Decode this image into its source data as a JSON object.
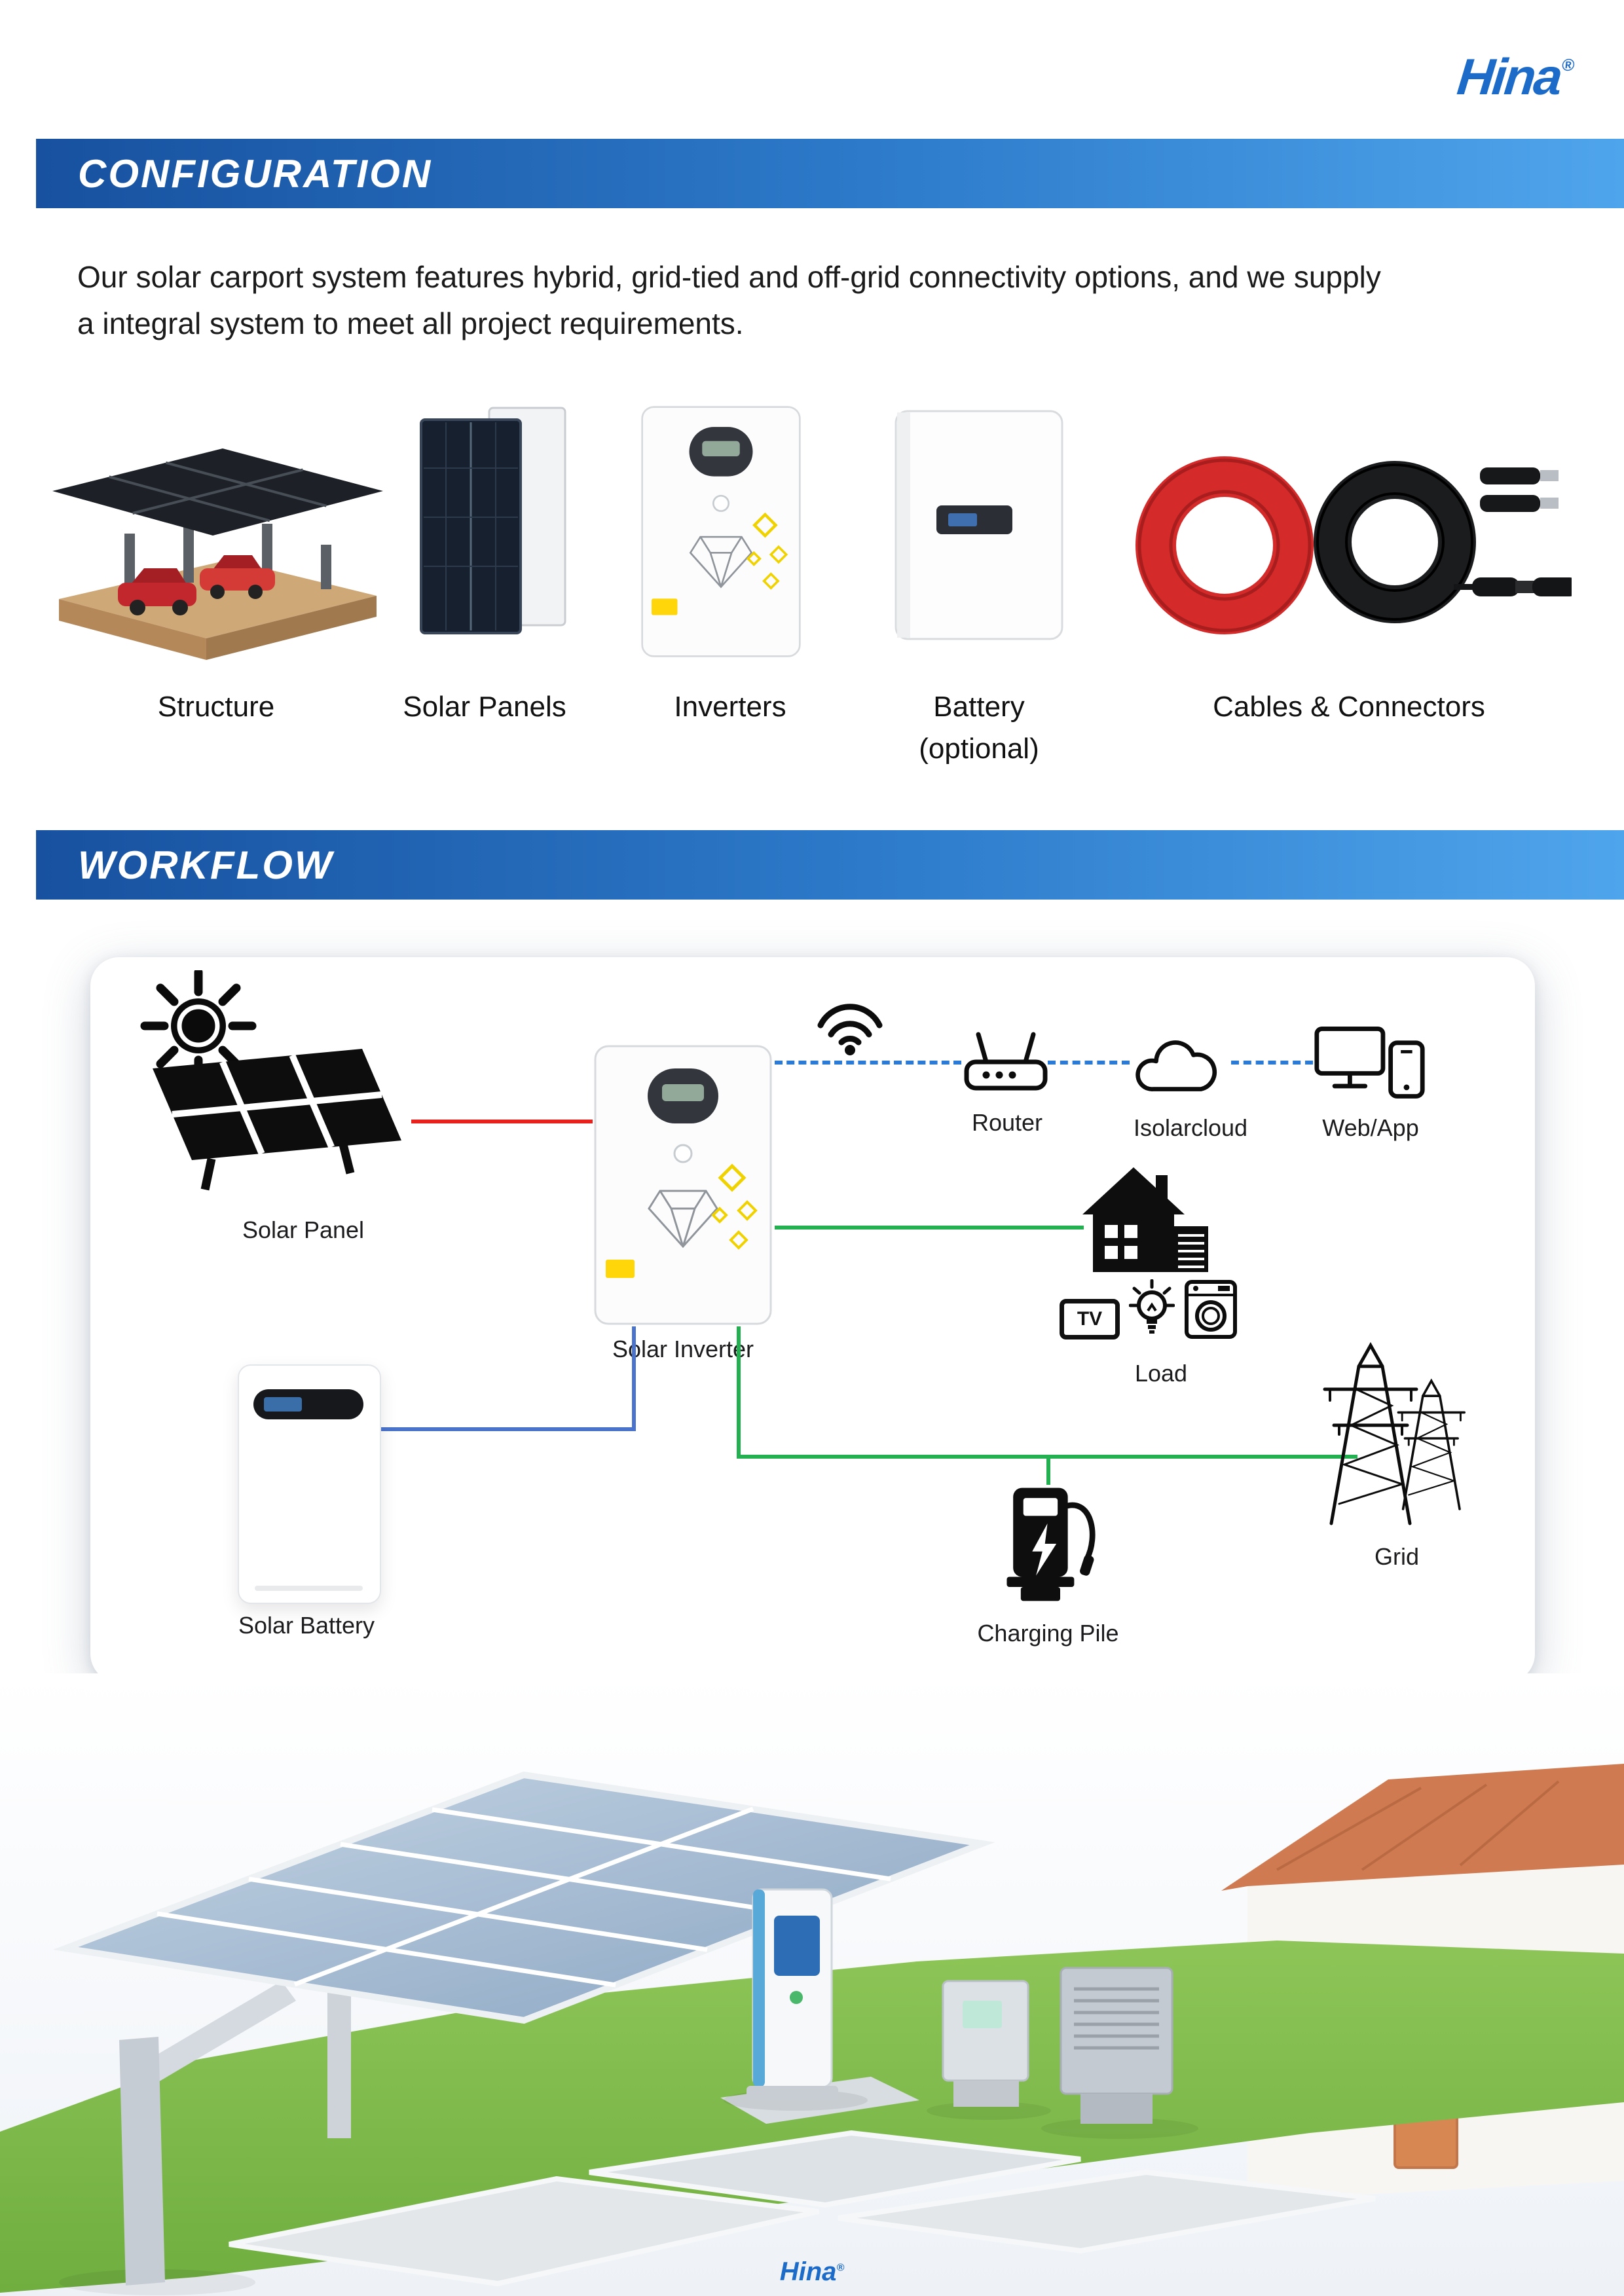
{
  "brand": {
    "name": "Hina",
    "registered": "®",
    "color": "#1d6bc8"
  },
  "sections": {
    "configuration": {
      "title": "CONFIGURATION",
      "description": "Our solar carport system features hybrid, grid-tied and off-grid connectivity options, and we supply a integral system to meet all project requirements."
    },
    "workflow": {
      "title": "WORKFLOW"
    }
  },
  "products": [
    {
      "label": "Structure"
    },
    {
      "label": "Solar Panels"
    },
    {
      "label": "Inverters"
    },
    {
      "label": "Battery",
      "sublabel": "(optional)"
    },
    {
      "label": "Cables & Connectors"
    }
  ],
  "diagram": {
    "labels": {
      "solar_panel": "Solar Panel",
      "solar_inverter": "Solar Inverter",
      "router": "Router",
      "isolarcloud": "Isolarcloud",
      "web_app": "Web/App",
      "load": "Load",
      "grid": "Grid",
      "solar_battery": "Solar Battery",
      "charging_pile": "Charging Pile",
      "tv": "TV"
    },
    "colors": {
      "pv_dc_line": "#e8211d",
      "battery_line": "#4a74cc",
      "ac_line": "#22b050",
      "comm_line": "#2a7ad6",
      "banner_start": "#17519f",
      "banner_end": "#4fa5ec"
    }
  }
}
